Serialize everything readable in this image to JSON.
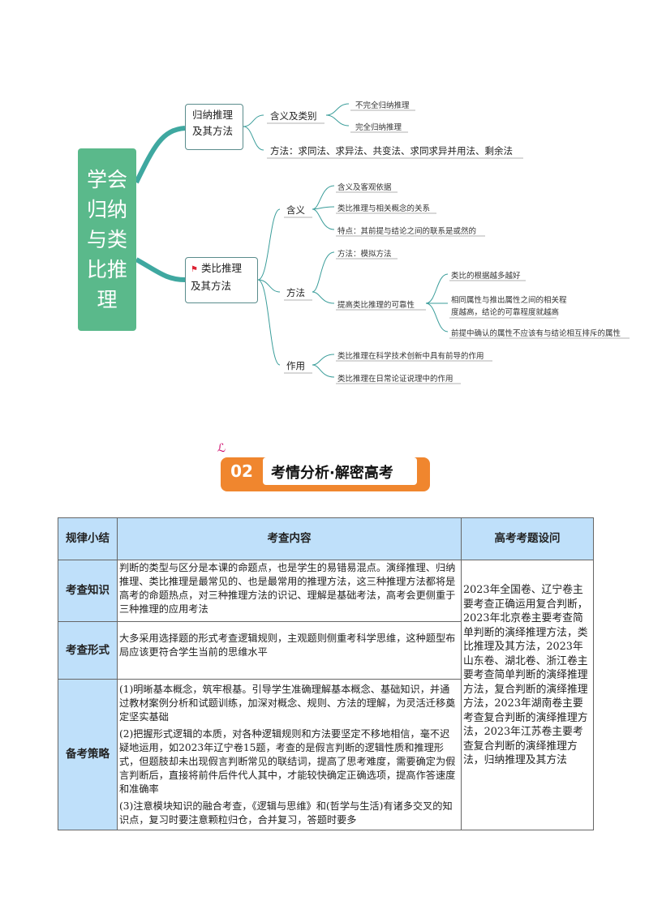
{
  "mindmap": {
    "root": "学会归纳与类比推理",
    "branch1": {
      "label": "归纳推理及其方法",
      "meaning": "含义及类别",
      "meaning_items": [
        "不完全归纳推理",
        "完全归纳推理"
      ],
      "methods": "方法：求同法、求异法、共变法、求同求异并用法、剩余法"
    },
    "branch2": {
      "label": "类比推理及其方法",
      "meaning": "含义",
      "meaning_items": [
        "含义及客观依据",
        "类比推理与相关概念的关系",
        "特点：其前提与结论之间的联系是或然的"
      ],
      "method": "方法",
      "method_items": [
        "方法：模拟方法",
        "提高类比推理的可靠性"
      ],
      "reliability_items": [
        "类比的根据越多越好",
        "相同属性与推出属性之间的相关程度越高，结论的可靠程度就越高",
        "前提中确认的属性不应该有与结论相互排斥的属性"
      ],
      "reliability_item2_lines": [
        "相同属性与推出属性之间的相关程",
        "度越高，结论的可靠程度就越高"
      ],
      "use": "作用",
      "use_items": [
        "类比推理在科学技术创新中具有前导的作用",
        "类比推理在日常论证说理中的作用"
      ]
    }
  },
  "section": {
    "number": "02",
    "title": "考情分析·解密高考"
  },
  "table": {
    "headers": [
      "规律小结",
      "考查内容",
      "高考考题设问"
    ],
    "rows": [
      {
        "head": "考查知识",
        "content": [
          "判断的类型与区分是本课的命题点，也是学生的易错易混点。演绎推理、归纳推理、类比推理是最常见的、也是最常用的推理方法，这三种推理方法都将是高考的命题热点，对三种推理方法的识记、理解是基础考法，高考会更侧重于三种推理的应用考法"
        ]
      },
      {
        "head": "考查形式",
        "content": [
          "大多采用选择题的形式考查逻辑规则，主观题则侧重考科学思维，这种题型布局应该更符合学生当前的思维水平"
        ]
      },
      {
        "head": "备考策略",
        "content": [
          "(1)明晰基本概念，筑牢根基。引导学生准确理解基本概念、基础知识，并通过教材案例分析和试题训练，加深对概念、规则、方法的理解，为灵活迁移奠定坚实基础",
          "(2)把握形式逻辑的本质，对各种逻辑规则和方法要坚定不移地相信，毫不迟疑地运用，如2023年辽宁卷15题，考查的是假言判断的逻辑性质和推理形式，但题肢却未出现假言判断常见的联结词，提高了思考难度，需要确定为假言判断后，直接将前件后件代人其中，才能较快确定正确选项，提高作答速度和准确率",
          "(3)注意模块知识的融合考查，《逻辑与思维》和(哲学与生活)有诸多交叉的知识点，复习时要注意颗粒归仓，合并复习，答题时要多"
        ]
      }
    ],
    "right_column": "2023年全国卷、辽宁卷主要考查正确运用复合判断，2023年北京卷主要考查简单判断的演绎推理方法，类比推理及其方法，2023年山东卷、湖北卷、浙江卷主要考查简单判断的演绎推理方法，复合判断的演绎推理方法，2023年湖南卷主要考查复合判断的演绎推理方法，2023年江苏卷主要考查复合判断的演绎推理方法，归纳推理及其方法"
  },
  "colors": {
    "root_bg": "#5ab98b",
    "branch_line": "#3a9d9a",
    "badge": "#f0862e",
    "table_header": "#bfe0fa"
  }
}
